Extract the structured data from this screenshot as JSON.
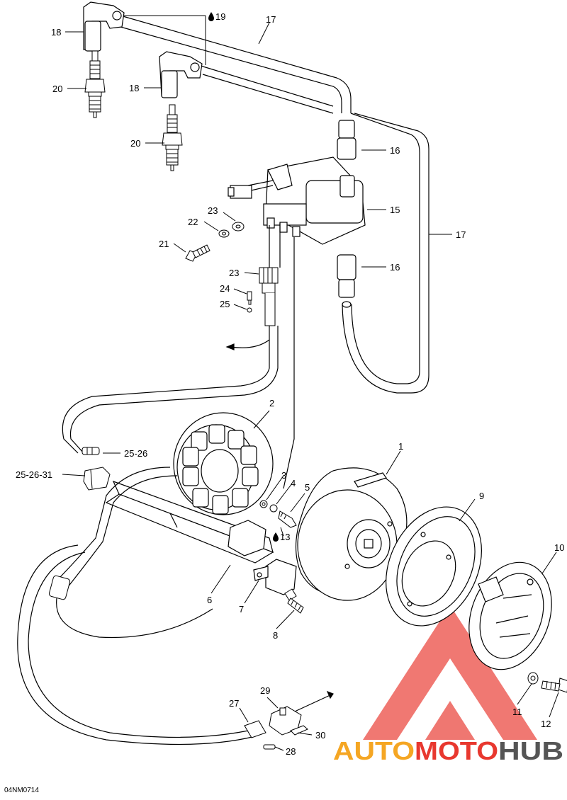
{
  "diagram": {
    "drawing_code": "04NM0714",
    "callouts": {
      "c1": "1",
      "c2": "2",
      "c3": "3",
      "c4": "4",
      "c5": "5",
      "c6": "6",
      "c7": "7",
      "c8": "8",
      "c9": "9",
      "c10": "10",
      "c11": "11",
      "c12": "12",
      "c13": "13",
      "c15": "15",
      "c16a": "16",
      "c16b": "16",
      "c17a": "17",
      "c17b": "17",
      "c18a": "18",
      "c18b": "18",
      "c19": "19",
      "c20a": "20",
      "c20b": "20",
      "c21": "21",
      "c22": "22",
      "c23a": "23",
      "c23b": "23",
      "c24": "24",
      "c25": "25",
      "c2526": "25-26",
      "c252631": "25-26-31",
      "c27": "27",
      "c28": "28",
      "c29": "29",
      "c30": "30"
    },
    "loctite_symbol": "drop-icon"
  },
  "watermark": {
    "part1": "AUTO",
    "part2": "MOTO",
    "part3": "HUB",
    "color_orange": "#f5a623",
    "color_red": "#e8382f",
    "color_gray": "#555555"
  }
}
